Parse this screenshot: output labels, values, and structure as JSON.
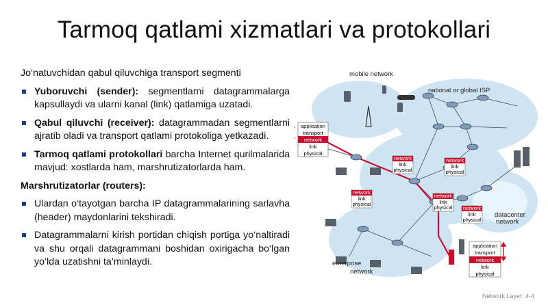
{
  "title": "Tarmoq qatlami xizmatlari va protokollari",
  "intro": "Jo‘natuvchidan qabul qiluvchiga transport segmenti",
  "bullets_1": [
    {
      "bold": "Yuboruvchi (sender):",
      "text": " segmentlarni datagrammalarga kapsullaydi va ularni kanal (link) qatlamiga uzatadi."
    },
    {
      "bold": "Qabul qiluvchi (receiver):",
      "text": " datagrammadan segmentlarni ajratib oladi va transport qatlami protokoliga yetkazadi."
    },
    {
      "bold": "Tarmoq qatlami protokollari",
      "text": " barcha Internet qurilmalarida mavjud: xostlarda ham, marshrutizatorlarda ham."
    }
  ],
  "routers_heading": "Marshrutizatorlar (routers):",
  "bullets_2": [
    {
      "text": "Ulardan o‘tayotgan barcha IP datagrammalarining sarlavha (header) maydonlarini tekshiradi."
    },
    {
      "text": "Datagrammalarni kirish portidan chiqish portiga yo‘naltiradi va shu orqali datagrammani boshidan oxirigacha bo‘lgan yo‘lda uzatishni ta’minlaydi."
    }
  ],
  "diagram": {
    "labels": {
      "mobile": "mobile network",
      "isp": "national or global ISP",
      "datacenter_1": "datacenter",
      "datacenter_2": "network",
      "enterprise_1": "enterprise",
      "enterprise_2": "network"
    },
    "host_stack": [
      "application",
      "transport",
      "network",
      "link",
      "physical"
    ],
    "router_stack": [
      "network",
      "link",
      "physical"
    ]
  },
  "footer": "Network Layer: 4-4",
  "colors": {
    "accent": "#1f3c88",
    "red": "#c8102e",
    "cloud": "#cfe4f3"
  }
}
